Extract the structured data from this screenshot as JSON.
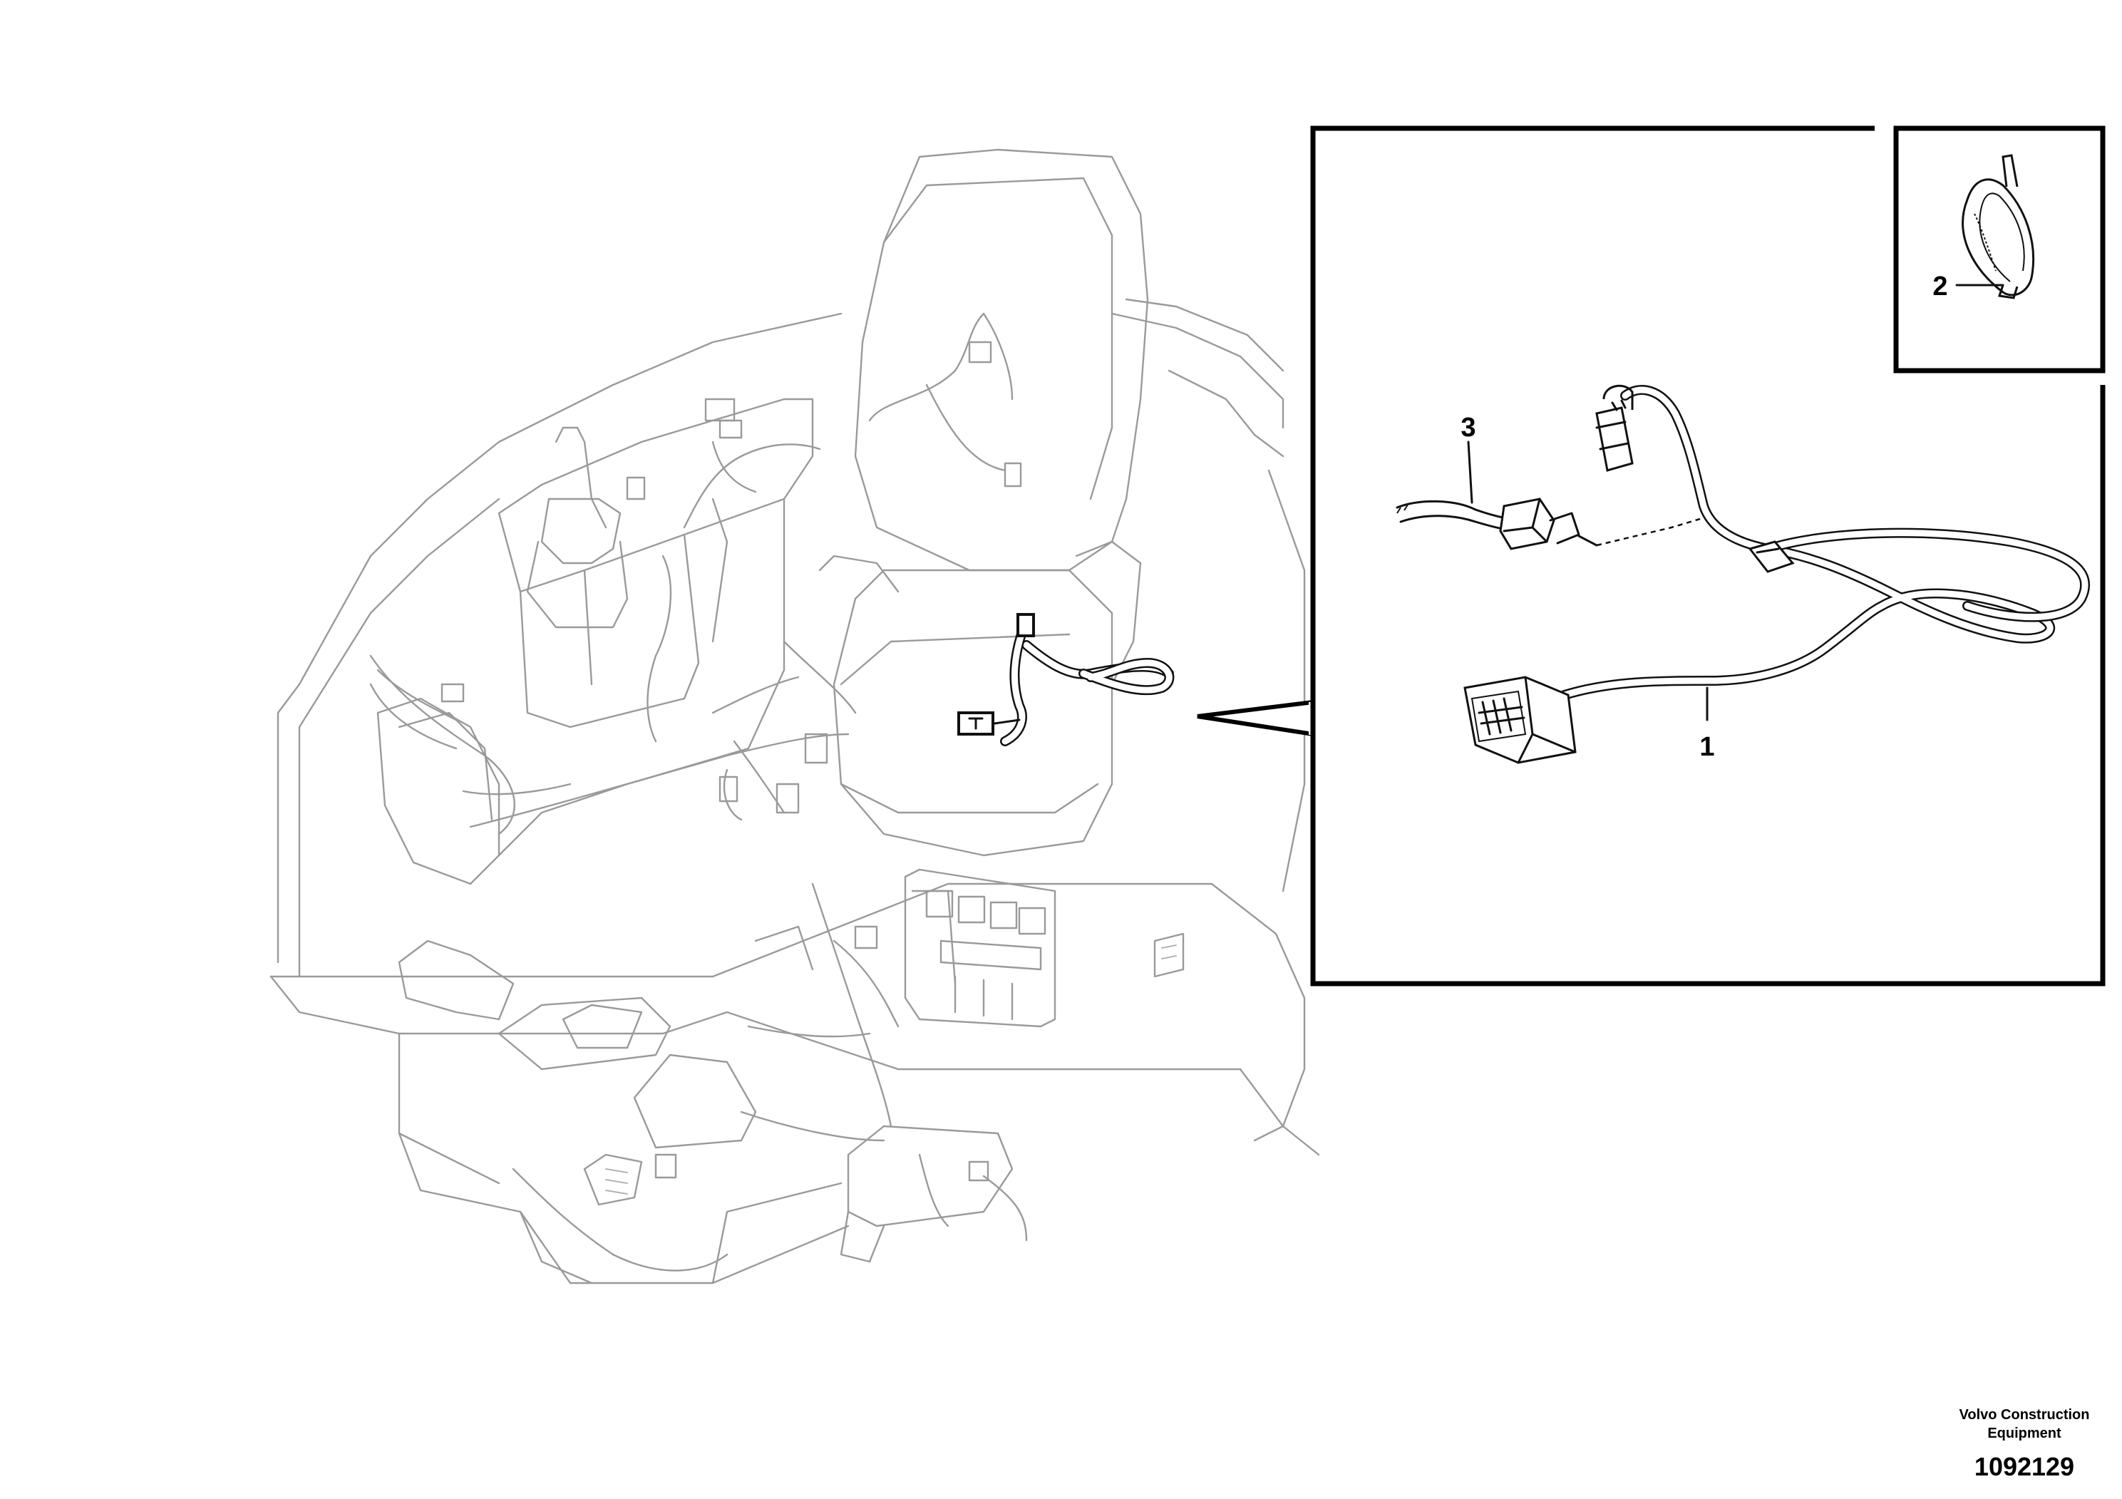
{
  "callouts": {
    "part1": "1",
    "part2": "2",
    "part3": "3"
  },
  "footer": {
    "brand_line1": "Volvo Construction",
    "brand_line2": "Equipment",
    "drawing_number": "1092129"
  },
  "icons": {
    "cable_tie": "cable-tie-icon",
    "connector": "connector-icon"
  },
  "colors": {
    "line_art": "#9a9a9a",
    "detail_line": "#111111",
    "frame": "#000000",
    "background": "#ffffff"
  }
}
